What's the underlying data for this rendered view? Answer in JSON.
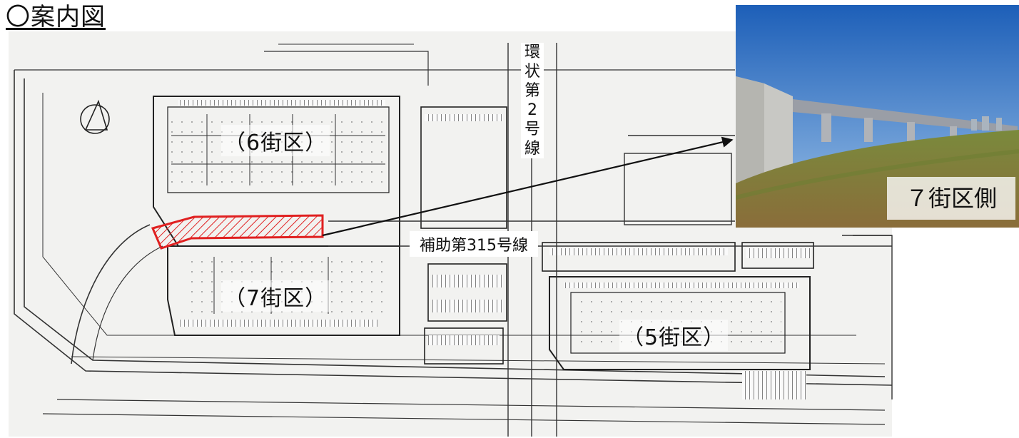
{
  "title": "〇案内図",
  "map": {
    "districts": {
      "d6": "（6街区）",
      "d7": "（7街区）",
      "d5": "（5街区）"
    },
    "roads": {
      "ring_road_2": [
        "環",
        "状",
        "第",
        "2",
        "号",
        "線"
      ],
      "aux_315": "補助第315号線"
    },
    "highlight_color": "#e02020"
  },
  "photo": {
    "caption": "７街区側"
  }
}
